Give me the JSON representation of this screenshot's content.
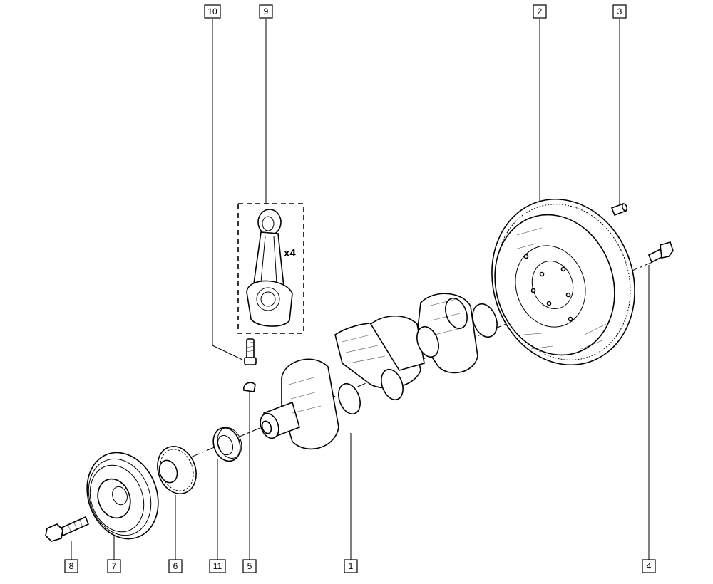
{
  "callouts": [
    {
      "id": "1",
      "label": "1"
    },
    {
      "id": "2",
      "label": "2"
    },
    {
      "id": "3",
      "label": "3"
    },
    {
      "id": "4",
      "label": "4"
    },
    {
      "id": "5",
      "label": "5"
    },
    {
      "id": "6",
      "label": "6"
    },
    {
      "id": "7",
      "label": "7"
    },
    {
      "id": "8",
      "label": "8"
    },
    {
      "id": "9",
      "label": "9"
    },
    {
      "id": "10",
      "label": "10"
    },
    {
      "id": "11",
      "label": "11"
    }
  ],
  "connecting_rod_group": {
    "quantity_label": "x4"
  },
  "colors": {
    "line": "#000000",
    "background": "#ffffff"
  }
}
